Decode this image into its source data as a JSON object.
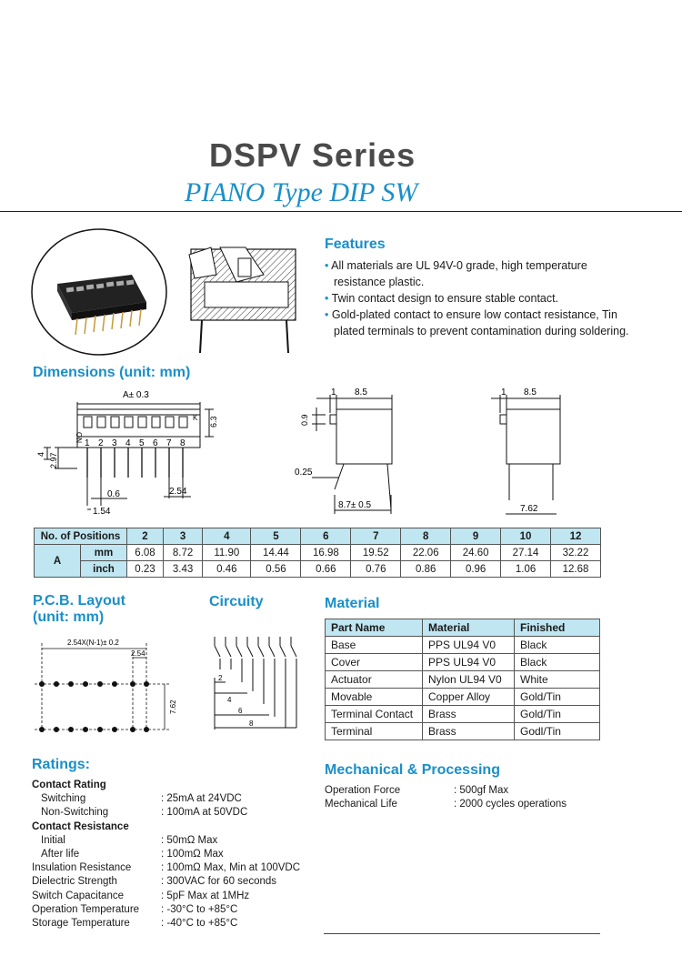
{
  "header": {
    "title": "DSPV Series",
    "subtitle": "PIANO Type DIP SW"
  },
  "features": {
    "heading": "Features",
    "items": [
      "All materials are UL 94V-0 grade, high temperature resistance plastic.",
      "Twin contact design to ensure stable contact.",
      "Gold-plated contact to ensure low contact resistance, Tin plated terminals to prevent contamination during soldering."
    ]
  },
  "dimensions": {
    "heading": "Dimensions (unit: mm)",
    "labels": {
      "a": "A± 0.3",
      "h63": "6.3",
      "h4": "4",
      "h297": "2.97",
      "w06": "0.6",
      "w154": "1.54",
      "w254": "2.54",
      "side_1": "1",
      "side_85": "8.5",
      "side_09": "0.9",
      "side_025": "0.25",
      "side_87": "8.7± 0.5",
      "end_1": "1",
      "end_85": "8.5",
      "end_762": "7.62",
      "on": "ON",
      "k": "K"
    },
    "pins": [
      "1",
      "2",
      "3",
      "4",
      "5",
      "6",
      "7",
      "8"
    ]
  },
  "positions_table": {
    "header_label": "No. of Positions",
    "positions": [
      "2",
      "3",
      "4",
      "5",
      "6",
      "7",
      "8",
      "9",
      "10",
      "12"
    ],
    "row_a": "A",
    "mm_label": "mm",
    "mm": [
      "6.08",
      "8.72",
      "11.90",
      "14.44",
      "16.98",
      "19.52",
      "22.06",
      "24.60",
      "27.14",
      "32.22"
    ],
    "inch_label": "inch",
    "inch": [
      "0.23",
      "3.43",
      "0.46",
      "0.56",
      "0.66",
      "0.76",
      "0.86",
      "0.96",
      "1.06",
      "12.68"
    ]
  },
  "pcb": {
    "heading_line1": "P.C.B. Layout",
    "heading_line2": "(unit: mm)",
    "label_top": "2.54X(N-1)± 0.2",
    "label_254": "2.54",
    "label_762": "7.62"
  },
  "circuity": {
    "heading": "Circuity",
    "labels": [
      "2",
      "4",
      "6",
      "8"
    ]
  },
  "material": {
    "heading": "Material",
    "columns": [
      "Part Name",
      "Material",
      "Finished"
    ],
    "rows": [
      [
        "Base",
        "PPS UL94 V0",
        "Black"
      ],
      [
        "Cover",
        "PPS UL94 V0",
        "Black"
      ],
      [
        "Actuator",
        "Nylon UL94 V0",
        "White"
      ],
      [
        "Movable",
        "Copper Alloy",
        "Gold/Tin"
      ],
      [
        "Terminal Contact",
        "Brass",
        "Gold/Tin"
      ],
      [
        "Terminal",
        "Brass",
        "Godl/Tin"
      ]
    ]
  },
  "ratings": {
    "heading": "Ratings:",
    "contact_rating": "Contact Rating",
    "switching_label": "Switching",
    "switching_value": ": 25mA at 24VDC",
    "nonswitching_label": "Non-Switching",
    "nonswitching_value": ": 100mA at 50VDC",
    "contact_resistance": "Contact Resistance",
    "initial_label": "Initial",
    "initial_value": ": 50mΩ Max",
    "afterlife_label": "After life",
    "afterlife_value": ": 100mΩ Max",
    "insulation_label": "Insulation Resistance",
    "insulation_value": ": 100mΩ Max, Min at 100VDC",
    "dielectric_label": "Dielectric Strength",
    "dielectric_value": ": 300VAC for 60 seconds",
    "capacitance_label": "Switch Capacitance",
    "capacitance_value": ": 5pF Max at 1MHz",
    "optemp_label": "Operation Temperature",
    "optemp_value": ": -30°C to +85°C",
    "sttemp_label": "Storage Temperature",
    "sttemp_value": ": -40°C to +85°C"
  },
  "mechanical": {
    "heading": "Mechanical & Processing",
    "force_label": "Operation Force",
    "force_value": ": 500gf Max",
    "life_label": "Mechanical Life",
    "life_value": ": 2000 cycles operations"
  },
  "colors": {
    "accent": "#1a8fc9",
    "table_header": "#bfe6f1"
  }
}
